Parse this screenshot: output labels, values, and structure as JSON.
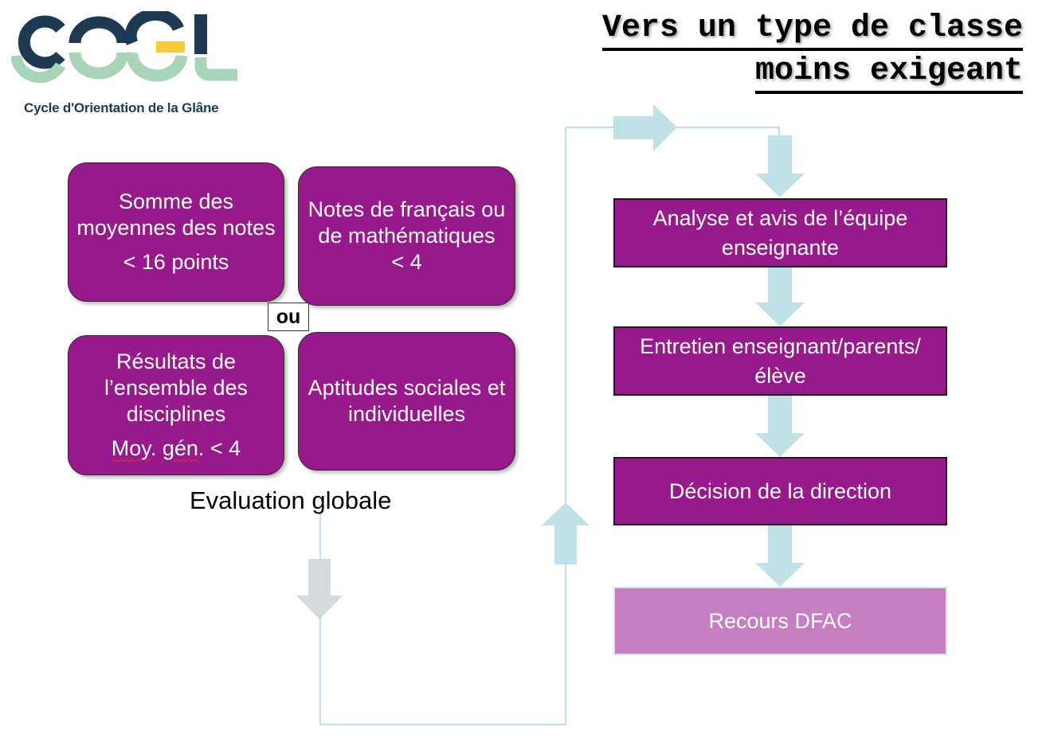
{
  "logo": {
    "letters": "COGL",
    "caption": "Cycle d'Orientation de la Glâne",
    "colors": {
      "navy": "#1e3a52",
      "green": "#a8d5b8",
      "yellow": "#f4cc3c"
    }
  },
  "title": {
    "line1": "Vers un type de classe",
    "line2": "moins exigeant"
  },
  "criteria": {
    "somme": {
      "text": "Somme des moyennes des notes",
      "sub": "< 16 points"
    },
    "notes": {
      "text": "Notes de français ou de mathématiques",
      "sub": "< 4"
    },
    "resultats": {
      "text": "Résultats de l’ensemble des disciplines",
      "sub_prefix": "Moy",
      "sub_mid": ". ",
      "sub_gen": "gén",
      "sub_suffix": ". < 4"
    },
    "aptitudes": {
      "text": "Aptitudes sociales et individuelles"
    }
  },
  "connector_ou": "ou",
  "evaluation_label": "Evaluation globale",
  "steps": [
    {
      "label": "Analyse et avis de l’équipe enseignante"
    },
    {
      "label": "Entretien enseignant/parents/élève"
    },
    {
      "label": "Décision de la direction"
    },
    {
      "label": "Recours DFAC"
    }
  ],
  "colors": {
    "box": "#98198b",
    "box_light": "#c57ec2",
    "arrow": "#bfe2e6",
    "arrow_grey": "#d5dadd",
    "line": "#bfe2e6"
  }
}
